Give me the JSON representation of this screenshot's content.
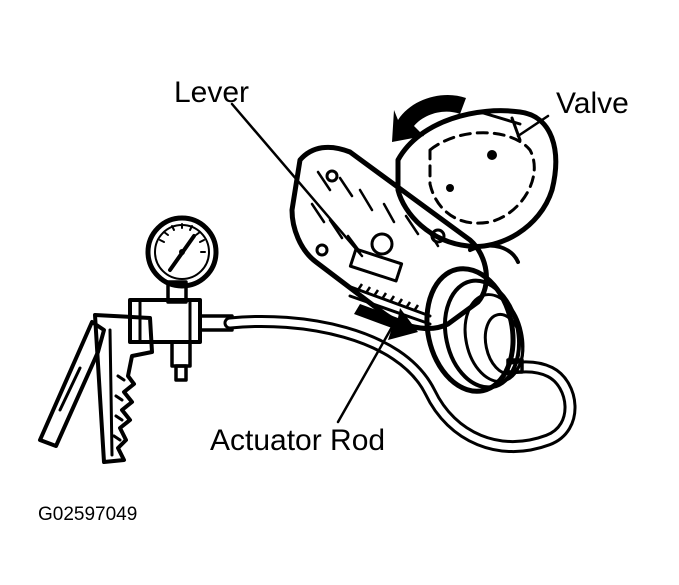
{
  "labels": {
    "lever": "Lever",
    "valve": "Valve",
    "actuator_rod": "Actuator Rod"
  },
  "figure_id": "G02597049",
  "colors": {
    "ink": "#000000",
    "background": "#ffffff"
  }
}
